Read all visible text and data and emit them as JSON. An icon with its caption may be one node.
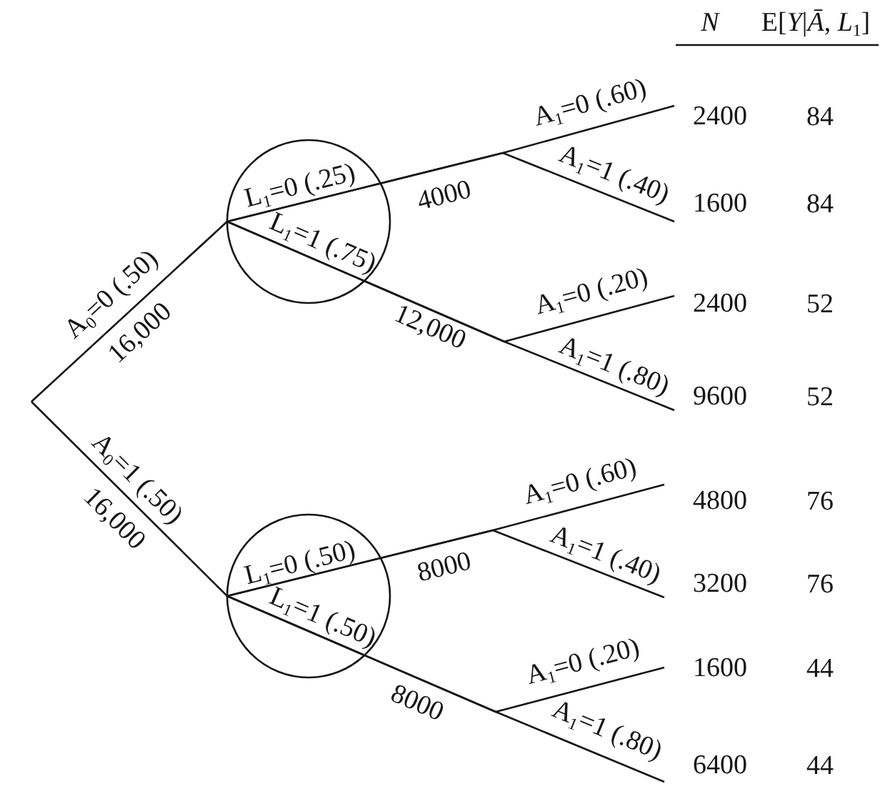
{
  "diagram": {
    "nodes": [
      {
        "text": [],
        "shape": "circle"
      },
      {
        "text": [
          "2400"
        ],
        "beside": [
          "84"
        ]
      },
      {
        "text": [
          "1600"
        ],
        "beside": [
          "84"
        ]
      },
      {
        "text": [
          "2400"
        ],
        "beside": [
          "52"
        ]
      },
      {
        "text": [
          "9600"
        ],
        "beside": [
          "52"
        ]
      },
      {
        "text": [],
        "shape": "circle"
      },
      {
        "text": [
          "4800"
        ],
        "beside": [
          "76"
        ]
      },
      {
        "text": [
          "3200"
        ],
        "beside": [
          "76"
        ]
      },
      {
        "text": [
          "1600"
        ],
        "beside": [
          "44"
        ]
      },
      {
        "text": [
          "6400"
        ],
        "beside": [
          "44"
        ]
      }
    ],
    "edges": [
      {
        "from": null,
        "to": 0,
        "arrow": "none",
        "label": "A$_{0}$=0 (.50)"
      },
      {
        "from": 0,
        "to": 1,
        "arrow": "none",
        "label": "A$_{1}$=0 (.60)"
      },
      {
        "from": 0,
        "to": 2,
        "arrow": "none",
        "label": "A$_{1}$=1 (.40)"
      },
      {
        "from": 0,
        "to": 3,
        "arrow": "none",
        "label": "A$_{1}$=0 (.20)"
      },
      {
        "from": 0,
        "to": 4,
        "arrow": "none",
        "label": "A$_{1}$=1 (.80)"
      },
      {
        "from": null,
        "to": 5,
        "arrow": "none",
        "label": "A$_{0}$=1 (.50)"
      },
      {
        "from": 5,
        "to": 6,
        "arrow": "none",
        "label": "A$_{1}$=0 (.60)"
      },
      {
        "from": 5,
        "to": 7,
        "arrow": "none",
        "label": "A$_{1}$=1 (.40)"
      },
      {
        "from": 5,
        "to": 8,
        "arrow": "none",
        "label": "A$_{1}$=0 (.20)"
      },
      {
        "from": 5,
        "to": 9,
        "arrow": "none",
        "label": "A$_{1}$=1 (.80)"
      }
    ],
    "labels": [
      "N",
      "E[*Y*|*Ā*, *L*$_{1}$]",
      "16,000",
      "L$_{1}$=0 (.25)",
      "4000",
      "L$_{1}$=1 (.75)",
      "12,000",
      "16,000",
      "L$_{1}$=0 (.50)",
      "8000",
      "L$_{1}$=1 (.50)",
      "8000"
    ]
  }
}
